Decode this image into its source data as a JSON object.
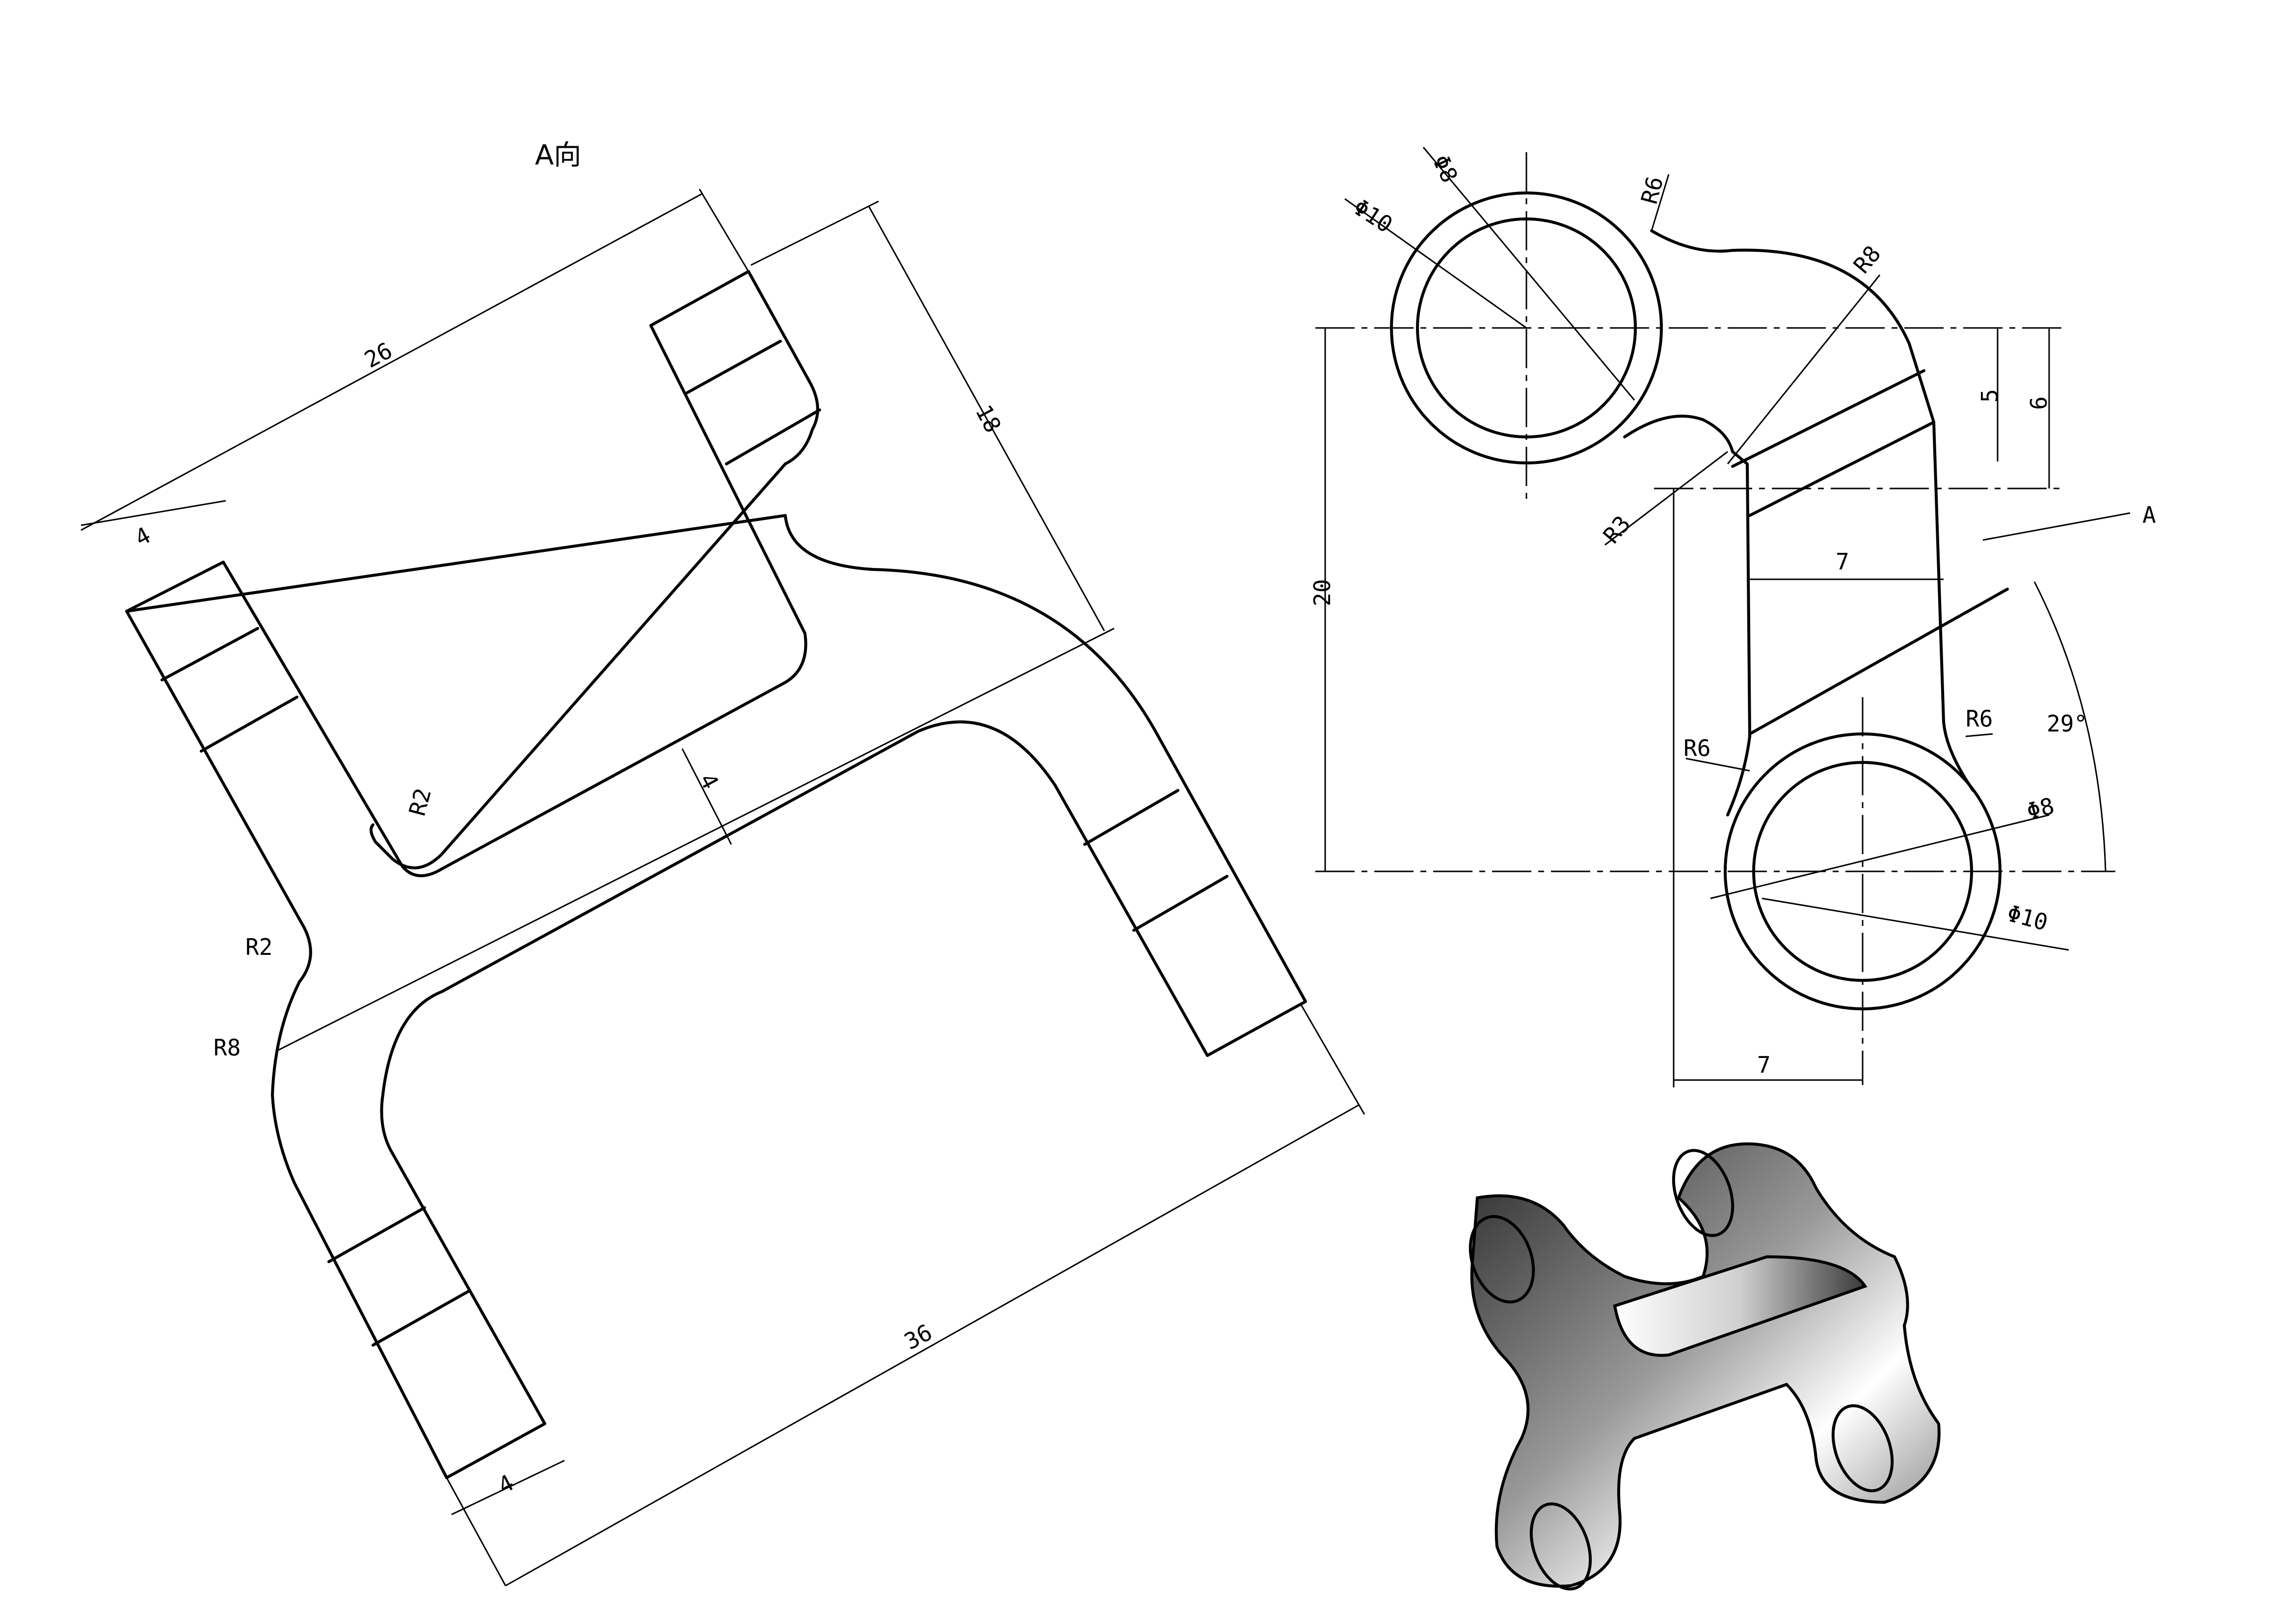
{
  "aux_view": {
    "title": "A向",
    "dims": {
      "overall_top": "26",
      "width_top_left": "4",
      "height_right": "18",
      "bar_thickness": "4",
      "r_inner": "R2",
      "r_notch": "R2",
      "r_bend": "R8",
      "overall_bottom": "36",
      "width_bottom": "4"
    }
  },
  "main_view": {
    "dims": {
      "d_small_top": "Φ8",
      "d_large_top": "Φ10",
      "r_top": "R6",
      "r_arc": "R8",
      "v_gap_5": "5",
      "v_gap_6": "6",
      "height_20": "20",
      "r_small": "R3",
      "width_7_mid": "7",
      "r_right": "R6",
      "r_left": "R6",
      "angle": "29°",
      "d_small_bot": "Φ8",
      "d_large_bot": "Φ10",
      "width_7_bot": "7"
    },
    "section_label": "A"
  },
  "iso_view": {
    "shading": [
      "#2b2b2b",
      "#ffffff"
    ]
  }
}
